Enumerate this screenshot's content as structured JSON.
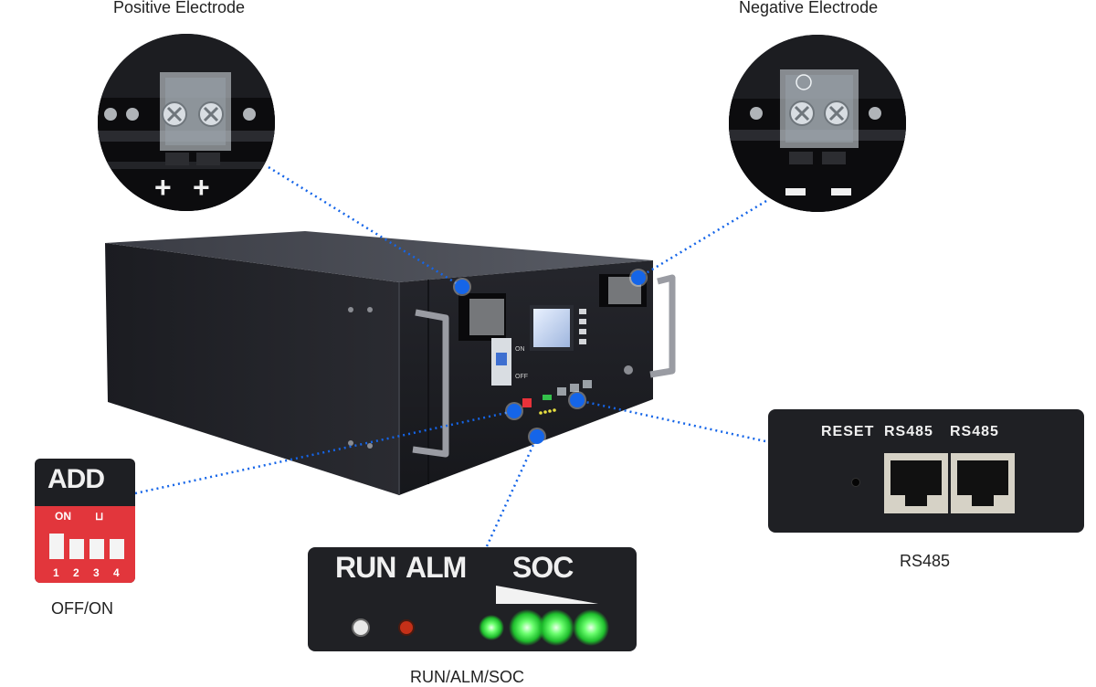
{
  "callouts": {
    "positive_electrode": {
      "caption": "Positive Electrode",
      "terminal_marks": [
        "+",
        "+"
      ]
    },
    "negative_electrode": {
      "caption": "Negative Electrode",
      "terminal_marks": [
        "−",
        "−"
      ]
    },
    "dip_switch": {
      "caption": "OFF/ON",
      "title": "ADD",
      "on_label": "ON",
      "positions": [
        "1",
        "2",
        "3",
        "4"
      ]
    },
    "indicators": {
      "caption": "RUN/ALM/SOC",
      "run_label": "RUN",
      "alm_label": "ALM",
      "soc_label": "SOC"
    },
    "comm_ports": {
      "caption": "RS485",
      "reset_label": "RESET",
      "port_labels": [
        "RS485",
        "RS485"
      ]
    }
  },
  "battery": {
    "breaker_on": "ON",
    "breaker_off": "OFF"
  },
  "colors": {
    "connector_line": "#1565e8",
    "led_green": "#3dff4a",
    "led_red": "#c43018",
    "switch_red": "#e8323a",
    "case_black": "#15161a"
  }
}
